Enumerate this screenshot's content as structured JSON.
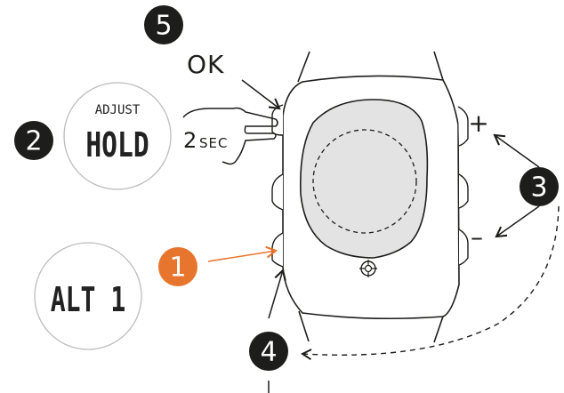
{
  "steps": [
    {
      "id": "1",
      "label": "1",
      "color": "#e8752e"
    },
    {
      "id": "2",
      "label": "2",
      "color": "#1d1d1b"
    },
    {
      "id": "3",
      "label": "3",
      "color": "#1d1d1b"
    },
    {
      "id": "4",
      "label": "4",
      "color": "#1d1d1b"
    },
    {
      "id": "5",
      "label": "5",
      "color": "#1d1d1b"
    }
  ],
  "labels": {
    "ok": "OK",
    "plus": "+",
    "minus": "–",
    "press_2": "2",
    "press_sec": "SEC"
  },
  "displays": {
    "adjust_top": "ADJUST",
    "adjust_main": "HOLD",
    "alt_main": "ALT 1"
  },
  "colors": {
    "ink": "#1d1d1b",
    "accent": "#e8752e",
    "screen_fill": "#e3e3e3",
    "bubble_stroke": "#bdbdbd"
  }
}
